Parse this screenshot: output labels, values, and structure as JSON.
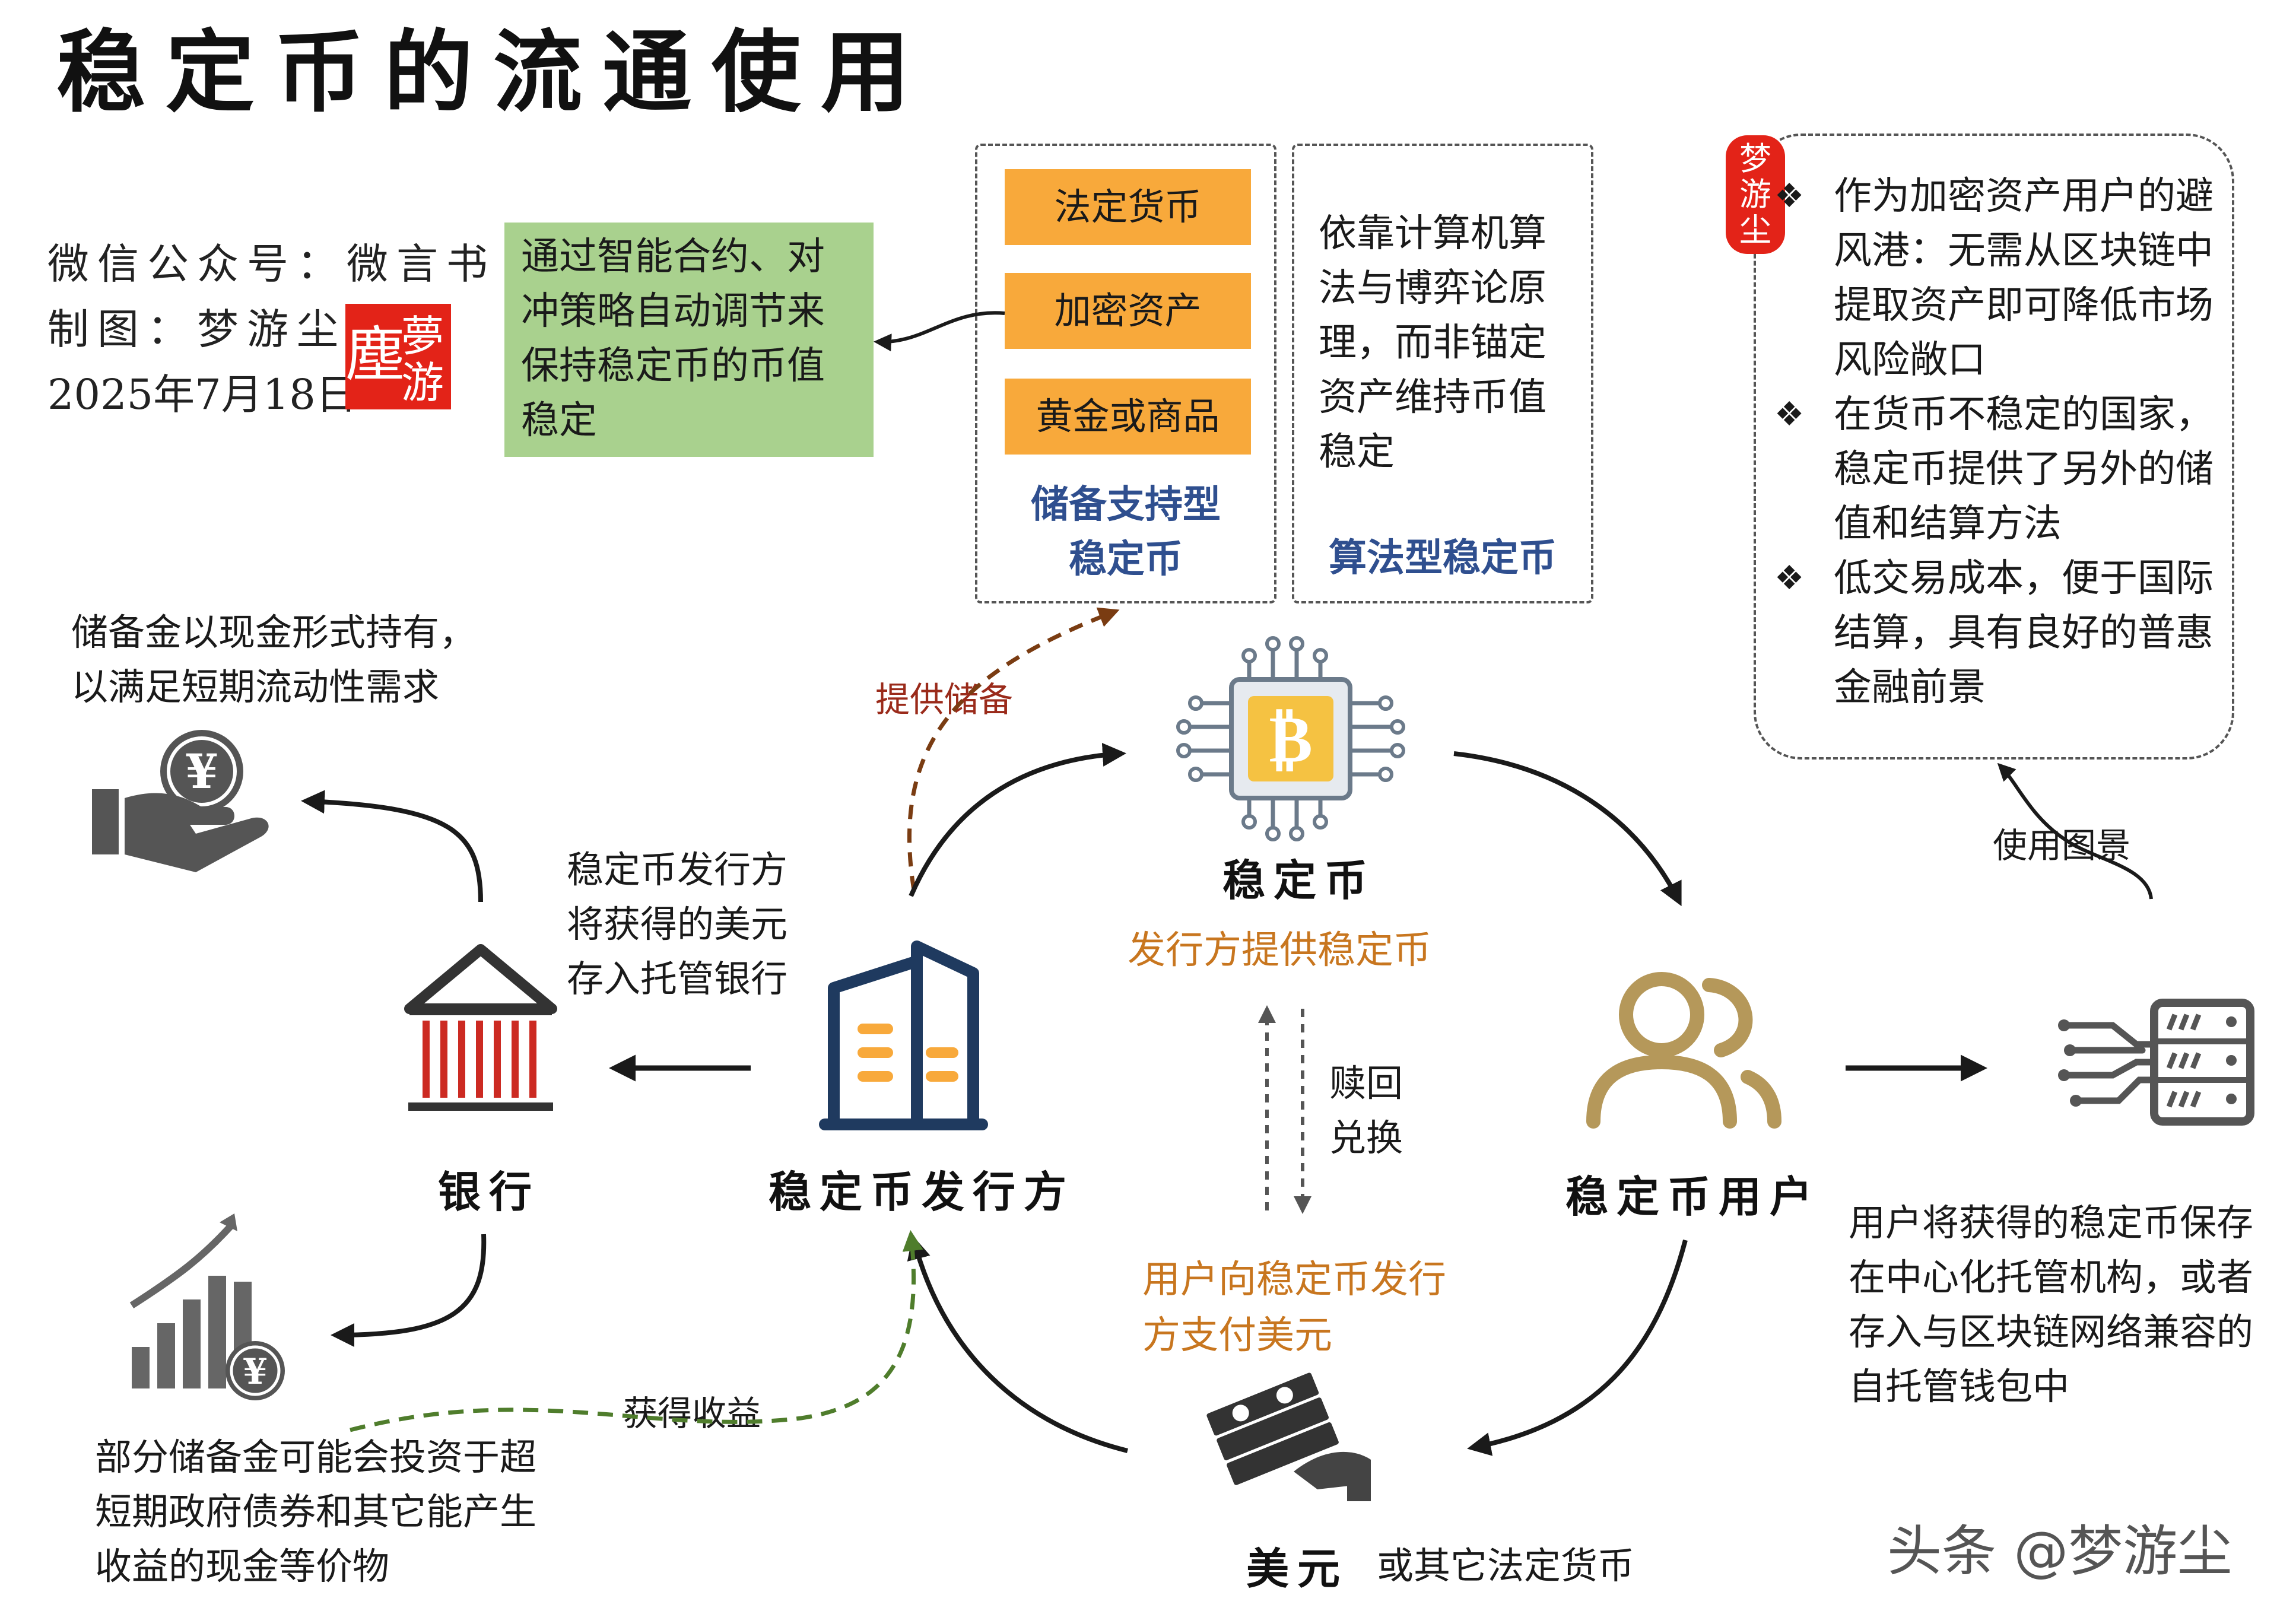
{
  "title": "稳定币的流通使用",
  "credit": {
    "wechat": "微信公众号：微言书",
    "author": "制图：梦游尘",
    "date": "2025年7月18日"
  },
  "reserve_note": "通过智能合约、对冲策略自动调节来保持稳定币的币值稳定",
  "reserve_backed": {
    "items": [
      "法定货币",
      "加密资产",
      "黄金或商品"
    ],
    "label_line1": "储备支持型",
    "label_line2": "稳定币"
  },
  "algorithmic": {
    "text": "依靠计算机算法与博弈论原理，而非锚定资产维持币值稳定",
    "label": "算法型稳定币"
  },
  "use_cases": {
    "items": [
      "作为加密资产用户的避风港：无需从区块链中提取资产即可降低市场风险敞口",
      "在货币不稳定的国家，稳定币提供了另外的储值和结算方法",
      "低交易成本，便于国际结算，具有良好的普惠金融前景"
    ],
    "arrow_label": "使用图景"
  },
  "edges": {
    "provide_reserve": "提供储备",
    "earn_income": "获得收益",
    "redeem_line1": "赎回",
    "redeem_line2": "兑换"
  },
  "nodes": {
    "stablecoin": "稳定币",
    "issuer": "稳定币发行方",
    "bank": "银行",
    "users": "稳定币用户",
    "usd": "美元",
    "usd_suffix": "或其它法定货币"
  },
  "notes": {
    "cash_reserve_1": "储备金以现金形式持有，",
    "cash_reserve_2": "以满足短期流动性需求",
    "deposit_1": "稳定币发行方",
    "deposit_2": "将获得的美元",
    "deposit_3": "存入托管银行",
    "issuer_provides": "发行方提供稳定币",
    "user_pays_1": "用户向稳定币发行",
    "user_pays_2": "方支付美元",
    "invest_1": "部分储备金可能会投资于超",
    "invest_2": "短期政府债券和其它能产生",
    "invest_3": "收益的现金等价物",
    "custody_1": "用户将获得的稳定币保存",
    "custody_2": "在中心化托管机构，或者",
    "custody_3": "存入与区块链网络兼容的",
    "custody_4": "自托管钱包中"
  },
  "watermark": "头条 @梦游尘",
  "seals": {
    "square_top": "夢",
    "square_bottom": "游",
    "square_side": "塵",
    "vertical": [
      "梦",
      "游",
      "尘"
    ]
  },
  "icons": {
    "coin": "yen",
    "money": "yen-bills"
  },
  "colors": {
    "green_box": "#a9d18e",
    "orange_box": "#f8a93b",
    "blue_label": "#2f4f8f",
    "orange_text": "#c8761f",
    "red_text": "#9a2a1a",
    "gold": "#b5985a",
    "navy": "#1f3a5f",
    "seal_red": "#e32318"
  }
}
